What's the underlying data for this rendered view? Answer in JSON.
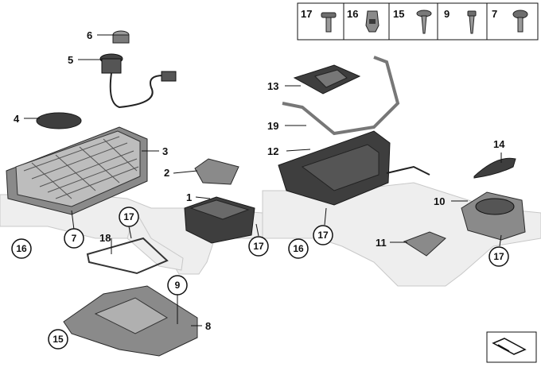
{
  "legend": [
    {
      "number": "17",
      "icon": "torx-screw-icon"
    },
    {
      "number": "16",
      "icon": "clip-nut-icon"
    },
    {
      "number": "15",
      "icon": "sheet-metal-screw-icon"
    },
    {
      "number": "9",
      "icon": "tapping-screw-icon"
    },
    {
      "number": "7",
      "icon": "hex-screw-icon"
    }
  ],
  "callouts": {
    "c1": "1",
    "c2": "2",
    "c3": "3",
    "c4": "4",
    "c5": "5",
    "c6": "6",
    "c8": "8",
    "c10": "10",
    "c11": "11",
    "c12": "12",
    "c13": "13",
    "c14": "14",
    "c18": "18",
    "c19": "19"
  },
  "circled": {
    "k7": "7",
    "k9": "9",
    "k15": "15",
    "k16a": "16",
    "k16b": "16",
    "k17a": "17",
    "k17b": "17",
    "k17c": "17",
    "k17d": "17"
  },
  "corner_icon": "view-direction-icon"
}
